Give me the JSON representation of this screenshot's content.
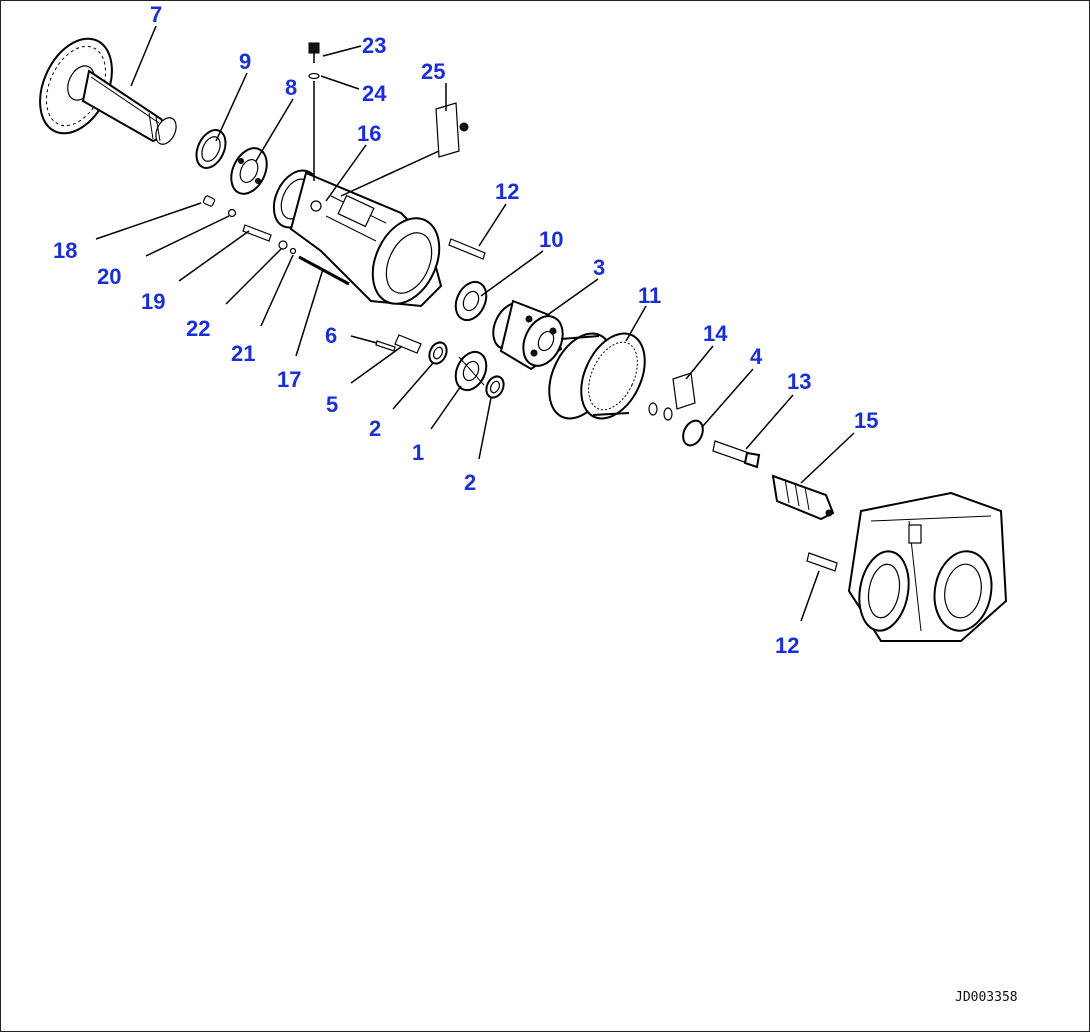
{
  "diagram": {
    "drawing_id": "JD003358",
    "callouts": [
      {
        "id": "c7",
        "label": "7"
      },
      {
        "id": "c9",
        "label": "9"
      },
      {
        "id": "c8",
        "label": "8"
      },
      {
        "id": "c23",
        "label": "23"
      },
      {
        "id": "c24",
        "label": "24"
      },
      {
        "id": "c25",
        "label": "25"
      },
      {
        "id": "c16",
        "label": "16"
      },
      {
        "id": "c12a",
        "label": "12"
      },
      {
        "id": "c10",
        "label": "10"
      },
      {
        "id": "c3",
        "label": "3"
      },
      {
        "id": "c11",
        "label": "11"
      },
      {
        "id": "c14",
        "label": "14"
      },
      {
        "id": "c4",
        "label": "4"
      },
      {
        "id": "c13",
        "label": "13"
      },
      {
        "id": "c15",
        "label": "15"
      },
      {
        "id": "c18",
        "label": "18"
      },
      {
        "id": "c20",
        "label": "20"
      },
      {
        "id": "c19",
        "label": "19"
      },
      {
        "id": "c22",
        "label": "22"
      },
      {
        "id": "c21",
        "label": "21"
      },
      {
        "id": "c17",
        "label": "17"
      },
      {
        "id": "c6",
        "label": "6"
      },
      {
        "id": "c5",
        "label": "5"
      },
      {
        "id": "c2a",
        "label": "2"
      },
      {
        "id": "c1",
        "label": "1"
      },
      {
        "id": "c2b",
        "label": "2"
      },
      {
        "id": "c12b",
        "label": "12"
      }
    ]
  }
}
